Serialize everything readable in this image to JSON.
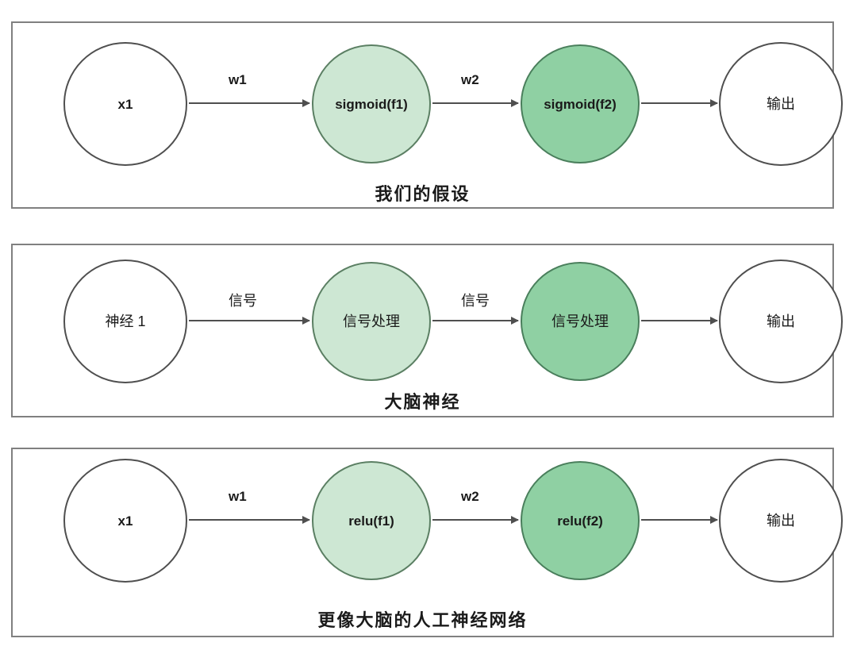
{
  "diagram": {
    "background": "#ffffff",
    "colors": {
      "node_fill_default": "#ffffff",
      "node_fill_light_green": "#CDE7D3",
      "node_fill_dark_green": "#8FD0A3",
      "stroke": "#4f4f4f",
      "panel_border": "#808080",
      "text": "#1a1a1a"
    },
    "panels": [
      {
        "id": "panel-1",
        "caption": "我们的假设",
        "nodes": [
          {
            "label": "x1",
            "style": "plain",
            "script": "latin"
          },
          {
            "label": "sigmoid(f1)",
            "style": "light-green",
            "script": "latin"
          },
          {
            "label": "sigmoid(f2)",
            "style": "dark-green",
            "script": "latin"
          },
          {
            "label": "输出",
            "style": "plain",
            "script": "cjk"
          }
        ],
        "edges": [
          {
            "label": "w1",
            "script": "latin"
          },
          {
            "label": "w2",
            "script": "latin"
          },
          {
            "label": "",
            "script": "latin"
          }
        ]
      },
      {
        "id": "panel-2",
        "caption": "大脑神经",
        "nodes": [
          {
            "label": "神经 1",
            "style": "plain",
            "script": "cjk"
          },
          {
            "label": "信号处理",
            "style": "light-green",
            "script": "cjk"
          },
          {
            "label": "信号处理",
            "style": "dark-green",
            "script": "cjk"
          },
          {
            "label": "输出",
            "style": "plain",
            "script": "cjk"
          }
        ],
        "edges": [
          {
            "label": "信号",
            "script": "cjk"
          },
          {
            "label": "信号",
            "script": "cjk"
          },
          {
            "label": "",
            "script": "cjk"
          }
        ]
      },
      {
        "id": "panel-3",
        "caption": "更像大脑的人工神经网络",
        "nodes": [
          {
            "label": "x1",
            "style": "plain",
            "script": "latin"
          },
          {
            "label": "relu(f1)",
            "style": "light-green",
            "script": "latin"
          },
          {
            "label": "relu(f2)",
            "style": "dark-green",
            "script": "latin"
          },
          {
            "label": "输出",
            "style": "plain",
            "script": "cjk"
          }
        ],
        "edges": [
          {
            "label": "w1",
            "script": "latin"
          },
          {
            "label": "w2",
            "script": "latin"
          },
          {
            "label": "",
            "script": "latin"
          }
        ]
      }
    ]
  }
}
